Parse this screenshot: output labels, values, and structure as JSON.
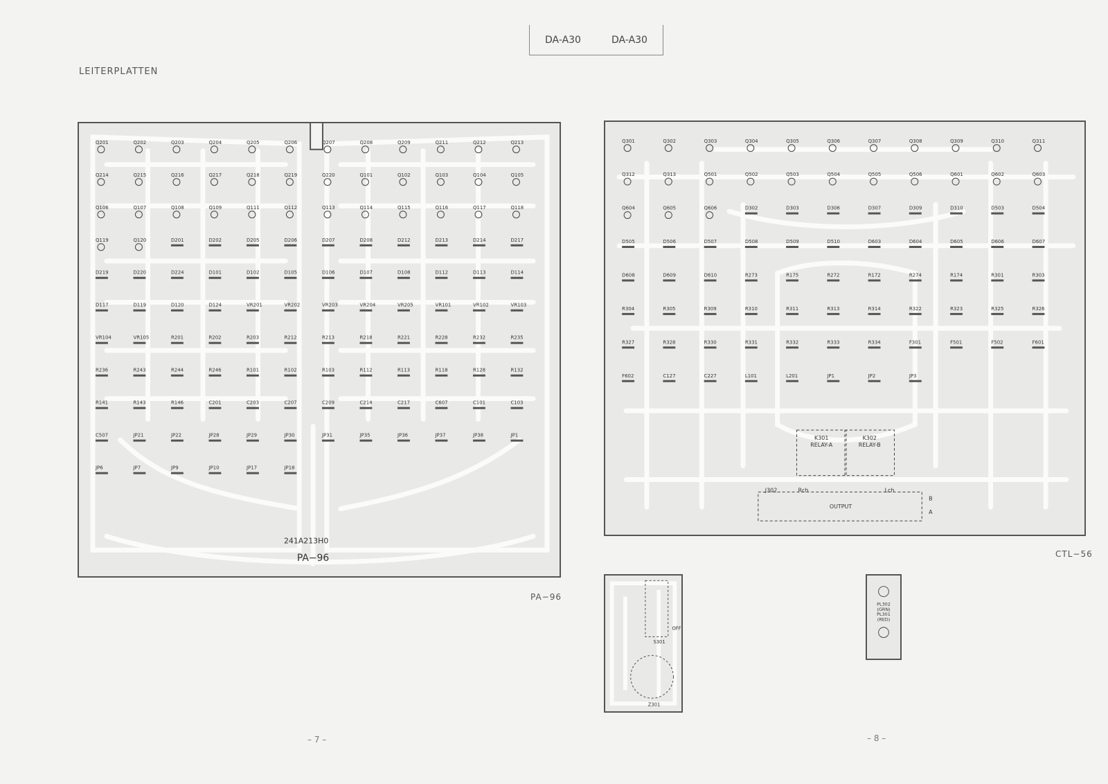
{
  "header": {
    "model_left": "DA-A30",
    "model_right": "DA-A30",
    "section_title": "LEITERPLATTEN"
  },
  "pa_board": {
    "caption": "PA−96",
    "silkscreen_name": "PA−96",
    "part_code": "241A213H0",
    "labels": [
      "Q201",
      "Q202",
      "Q203",
      "Q204",
      "Q205",
      "Q206",
      "Q207",
      "Q208",
      "Q209",
      "Q211",
      "Q212",
      "Q213",
      "Q214",
      "Q215",
      "Q216",
      "Q217",
      "Q218",
      "Q219",
      "Q220",
      "Q101",
      "Q102",
      "Q103",
      "Q104",
      "Q105",
      "Q106",
      "Q107",
      "Q108",
      "Q109",
      "Q111",
      "Q112",
      "Q113",
      "Q114",
      "Q115",
      "Q116",
      "Q117",
      "Q118",
      "Q119",
      "Q120",
      "D201",
      "D202",
      "D205",
      "D206",
      "D207",
      "D208",
      "D212",
      "D213",
      "D214",
      "D217",
      "D219",
      "D220",
      "D224",
      "D101",
      "D102",
      "D105",
      "D106",
      "D107",
      "D108",
      "D112",
      "D113",
      "D114",
      "D117",
      "D119",
      "D120",
      "D124",
      "VR201",
      "VR202",
      "VR203",
      "VR204",
      "VR205",
      "VR101",
      "VR102",
      "VR103",
      "VR104",
      "VR105",
      "R201",
      "R202",
      "R203",
      "R212",
      "R213",
      "R218",
      "R221",
      "R228",
      "R232",
      "R235",
      "R236",
      "R243",
      "R244",
      "R246",
      "R101",
      "R102",
      "R103",
      "R112",
      "R113",
      "R118",
      "R128",
      "R132",
      "R141",
      "R143",
      "R146",
      "C201",
      "C203",
      "C207",
      "C209",
      "C214",
      "C217",
      "C607",
      "C101",
      "C103",
      "C507",
      "JP21",
      "JP22",
      "JP28",
      "JP29",
      "JP30",
      "JP31",
      "JP35",
      "JP36",
      "JP37",
      "JP38",
      "JP1",
      "JP6",
      "JP7",
      "JP9",
      "JP10",
      "JP17",
      "JP18"
    ]
  },
  "ctl_board": {
    "caption": "CTL−56",
    "output_label": "OUTPUT",
    "relay_a": "RELAY-A",
    "relay_b": "RELAY-B",
    "rch": "Rch",
    "lch": "Lch",
    "j302": "J302",
    "k301": "K301",
    "k302": "K302",
    "terminal_b": "B",
    "terminal_a": "A",
    "labels": [
      "Q301",
      "Q302",
      "Q303",
      "Q304",
      "Q305",
      "Q306",
      "Q307",
      "Q308",
      "Q309",
      "Q310",
      "Q311",
      "Q312",
      "Q313",
      "Q501",
      "Q502",
      "Q503",
      "Q504",
      "Q505",
      "Q506",
      "Q601",
      "Q602",
      "Q603",
      "Q604",
      "Q605",
      "Q606",
      "D302",
      "D303",
      "D306",
      "D307",
      "D309",
      "D310",
      "D503",
      "D504",
      "D505",
      "D506",
      "D507",
      "D508",
      "D509",
      "D510",
      "D603",
      "D604",
      "D605",
      "D606",
      "D607",
      "D608",
      "D609",
      "D610",
      "R273",
      "R175",
      "R272",
      "R172",
      "R274",
      "R174",
      "R301",
      "R303",
      "R304",
      "R305",
      "R309",
      "R310",
      "R311",
      "R313",
      "R314",
      "R322",
      "R323",
      "R325",
      "R326",
      "R327",
      "R328",
      "R330",
      "R331",
      "R332",
      "R333",
      "R334",
      "F301",
      "F501",
      "F502",
      "F601",
      "F602",
      "C127",
      "C227",
      "L101",
      "L201",
      "JP1",
      "JP2",
      "JP3"
    ]
  },
  "sub_boards": {
    "s301": "S301",
    "z301": "Z301",
    "s302_state": "OFF",
    "pl302": "PL302",
    "pl302_grn": "(GRN)",
    "pl301": "PL301",
    "pl301_red": "(RED)"
  },
  "pages": {
    "left": "– 7 –",
    "right": "– 8 –"
  }
}
